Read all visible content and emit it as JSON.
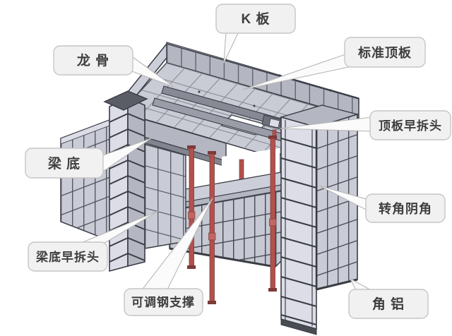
{
  "callouts": {
    "k_ban": {
      "label": "K 板"
    },
    "long_gu": {
      "label": "龙 骨"
    },
    "biaozhun_dingban": {
      "label": "标准顶板"
    },
    "dingban_zaochaitou": {
      "label": "顶板早拆头"
    },
    "liang_di": {
      "label": "梁 底"
    },
    "zhuanjiao_yinjiao": {
      "label": "转角阴角"
    },
    "liangdi_zaochaitou": {
      "label": "梁底早拆头"
    },
    "ketiao_gang_zhicheng": {
      "label": "可调钢支撑"
    },
    "jiao_lv": {
      "label": "角 铝"
    }
  },
  "colors": {
    "background": "#ffffff",
    "panel_light": "#ccced9",
    "panel_mid": "#b4b6c2",
    "panel_pale": "#dcdde6",
    "frame_dark": "#3a3c44",
    "prop_red": "#b2514d",
    "prop_red_dark": "#7d3a37",
    "callout_fill": "#f1f1f1",
    "callout_border": "#c6c6c6",
    "callout_text": "#3e3e3e"
  }
}
